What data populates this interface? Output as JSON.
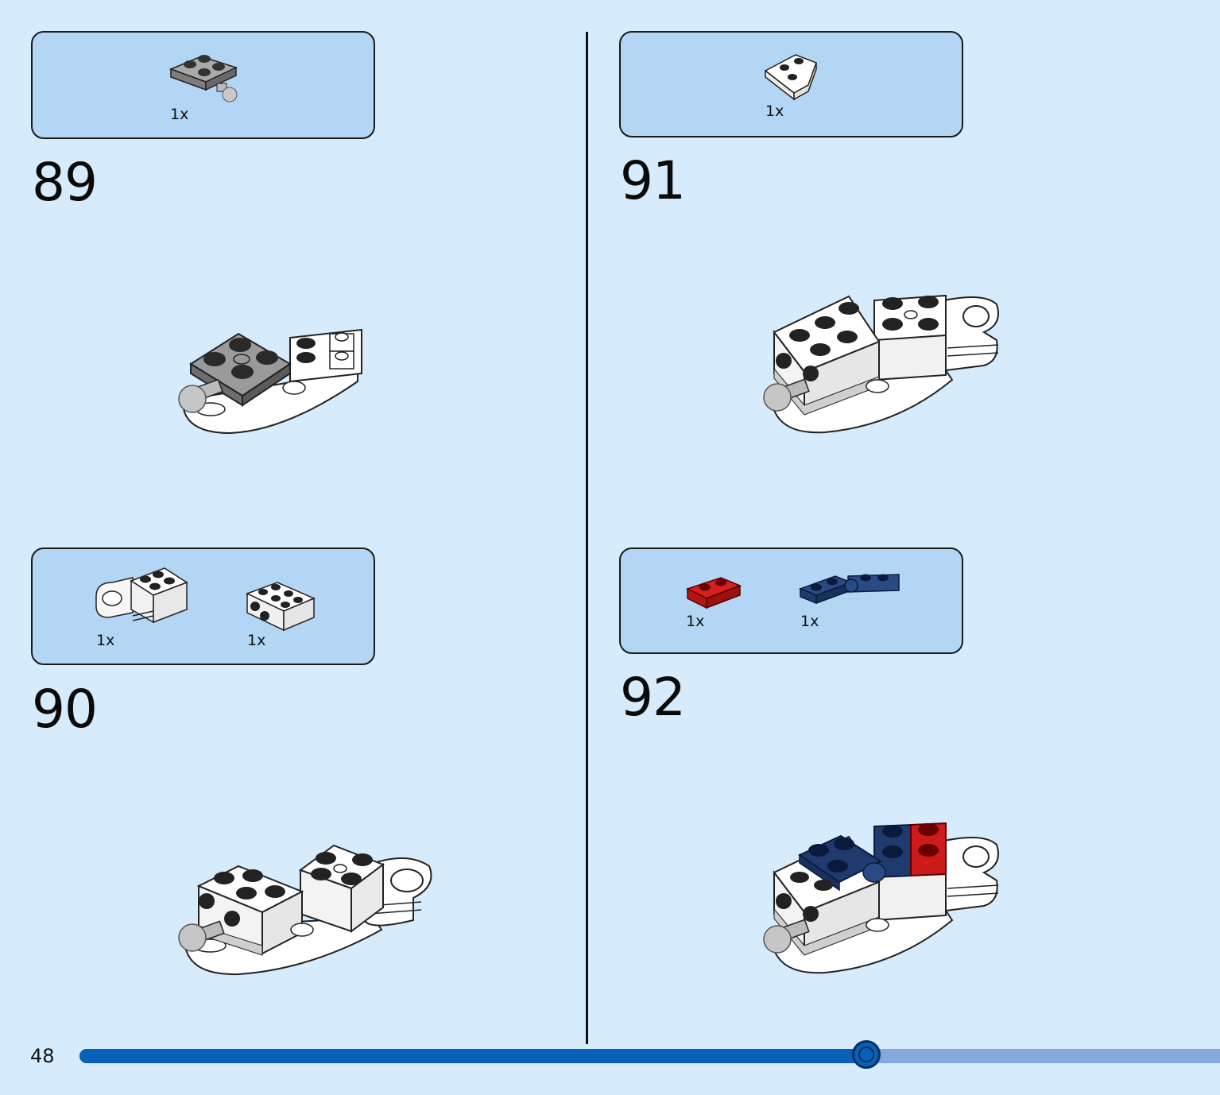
{
  "steps": [
    {
      "number": "89",
      "parts": [
        {
          "qty": "1x",
          "icon": "gray-plate-2x2-with-ball-icon",
          "color": "#8d8d8d"
        }
      ]
    },
    {
      "number": "90",
      "parts": [
        {
          "qty": "1x",
          "icon": "white-hinge-brick-icon",
          "color": "#ffffff"
        },
        {
          "qty": "1x",
          "icon": "white-brick-with-side-studs-icon",
          "color": "#ffffff"
        }
      ]
    },
    {
      "number": "91",
      "parts": [
        {
          "qty": "1x",
          "icon": "white-wedge-plate-icon",
          "color": "#ffffff"
        }
      ]
    },
    {
      "number": "92",
      "parts": [
        {
          "qty": "1x",
          "icon": "red-plate-1x2-icon",
          "color": "#cc1b1b"
        },
        {
          "qty": "1x",
          "icon": "dark-blue-hinge-plate-icon",
          "color": "#1f3a6e"
        }
      ]
    }
  ],
  "footer": {
    "page_number": "48",
    "progress": 0.69,
    "progress_color": "#0761b6",
    "track_color": "#86a9dd"
  }
}
